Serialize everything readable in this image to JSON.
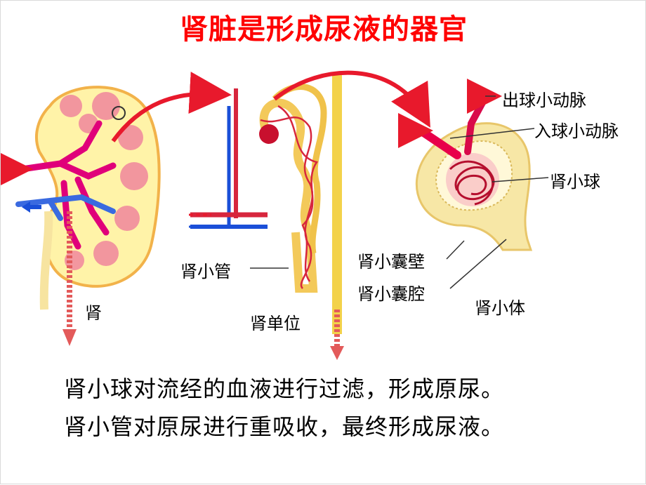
{
  "slide": {
    "title": "肾脏是形成尿液的器官",
    "labels": {
      "kidney": "肾",
      "renal_tubule": "肾小管",
      "nephron": "肾单位",
      "efferent_arteriole": "出球小动脉",
      "afferent_arteriole": "入球小动脉",
      "glomerulus": "肾小球",
      "capsule_wall": "肾小囊壁",
      "capsule_cavity": "肾小囊腔",
      "renal_corpuscle": "肾小体"
    },
    "captions": [
      "肾小球对流经的血液进行过滤，形成原尿。",
      "肾小管对原尿进行重吸收，最终形成尿液。"
    ],
    "colors": {
      "title": "#ff0000",
      "artery": "#e8004a",
      "vein": "#1a4fd8",
      "tubule": "#f5d060",
      "capsule": "#f7e7a6",
      "arrow": "#e8192c"
    }
  }
}
